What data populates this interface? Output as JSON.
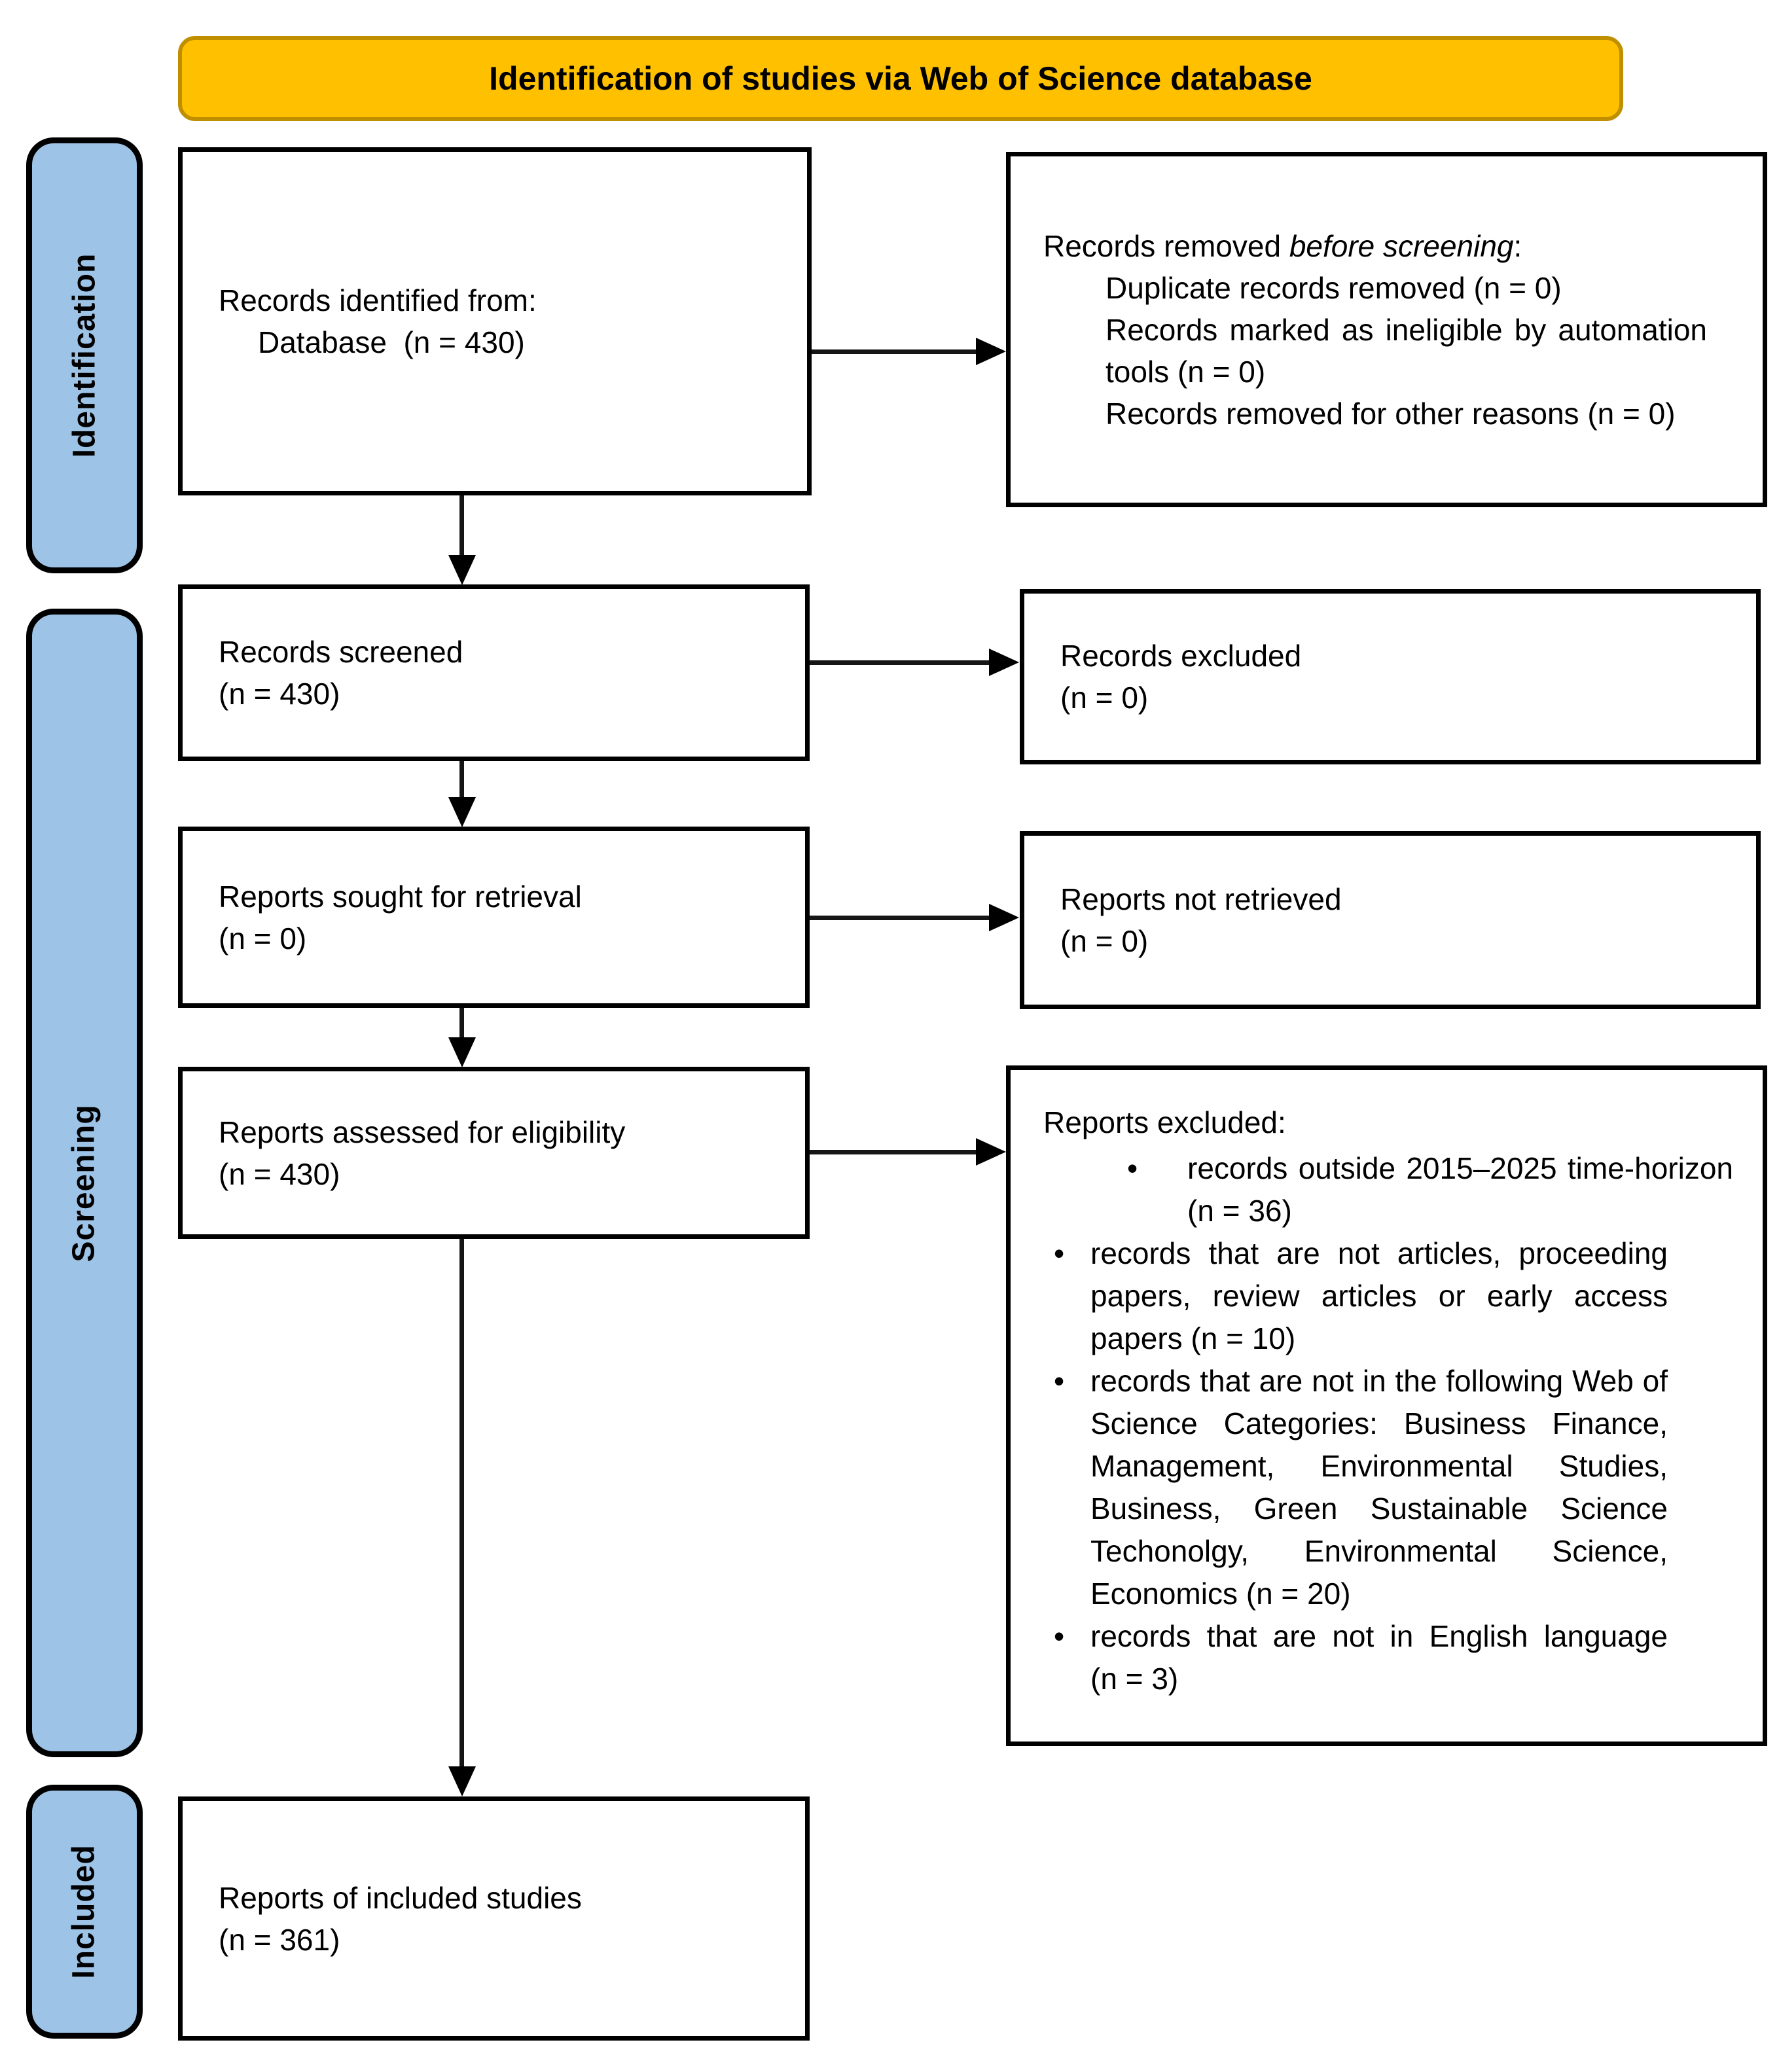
{
  "title": "Identification of studies via Web of Science database",
  "colors": {
    "banner_fill": "#FFC000",
    "banner_border": "#BF8F00",
    "stage_fill": "#9DC3E6",
    "box_border": "#000000",
    "arrow": "#000000"
  },
  "glyphs": {
    "bullet": "•"
  },
  "stages": [
    {
      "label": "Identification"
    },
    {
      "label": "Screening"
    },
    {
      "label": "Included"
    }
  ],
  "boxes": {
    "identified": {
      "line1": "Records identified from:",
      "line2": "Database  (n = 430)"
    },
    "removed": {
      "intro_prefix": "Records removed ",
      "intro_italic": "before screening",
      "intro_suffix": ":",
      "items": [
        "Duplicate records removed (n = 0)",
        "Records marked as ineligible by automation tools (n = 0)",
        "Records removed for other reasons (n = 0)"
      ]
    },
    "screened": {
      "line1": "Records screened",
      "line2": "(n = 430)"
    },
    "excluded": {
      "line1": "Records excluded",
      "line2": "(n = 0)"
    },
    "sought": {
      "line1": "Reports sought for retrieval",
      "line2": "(n = 0)"
    },
    "not_retrieved": {
      "line1": "Reports not retrieved",
      "line2": "(n = 0)"
    },
    "assessed": {
      "line1": "Reports assessed for eligibility",
      "line2": "(n = 430)"
    },
    "reports_excluded": {
      "heading": "Reports excluded:",
      "bullet_indented": "records outside 2015–2025 time-horizon (n = 36)",
      "bullets": [
        "records that are not articles, proceeding papers, review articles or early access papers (n = 10)",
        "records that are not in the following Web of Science Categories: Business Finance, Management, Environmental Studies, Business, Green Sustainable Science Techonolgy, Environmental Science, Economics (n = 20)",
        "records that are not in English language (n = 3)"
      ]
    },
    "included_studies": {
      "line1": "Reports of included studies",
      "line2": "(n = 361)"
    }
  }
}
